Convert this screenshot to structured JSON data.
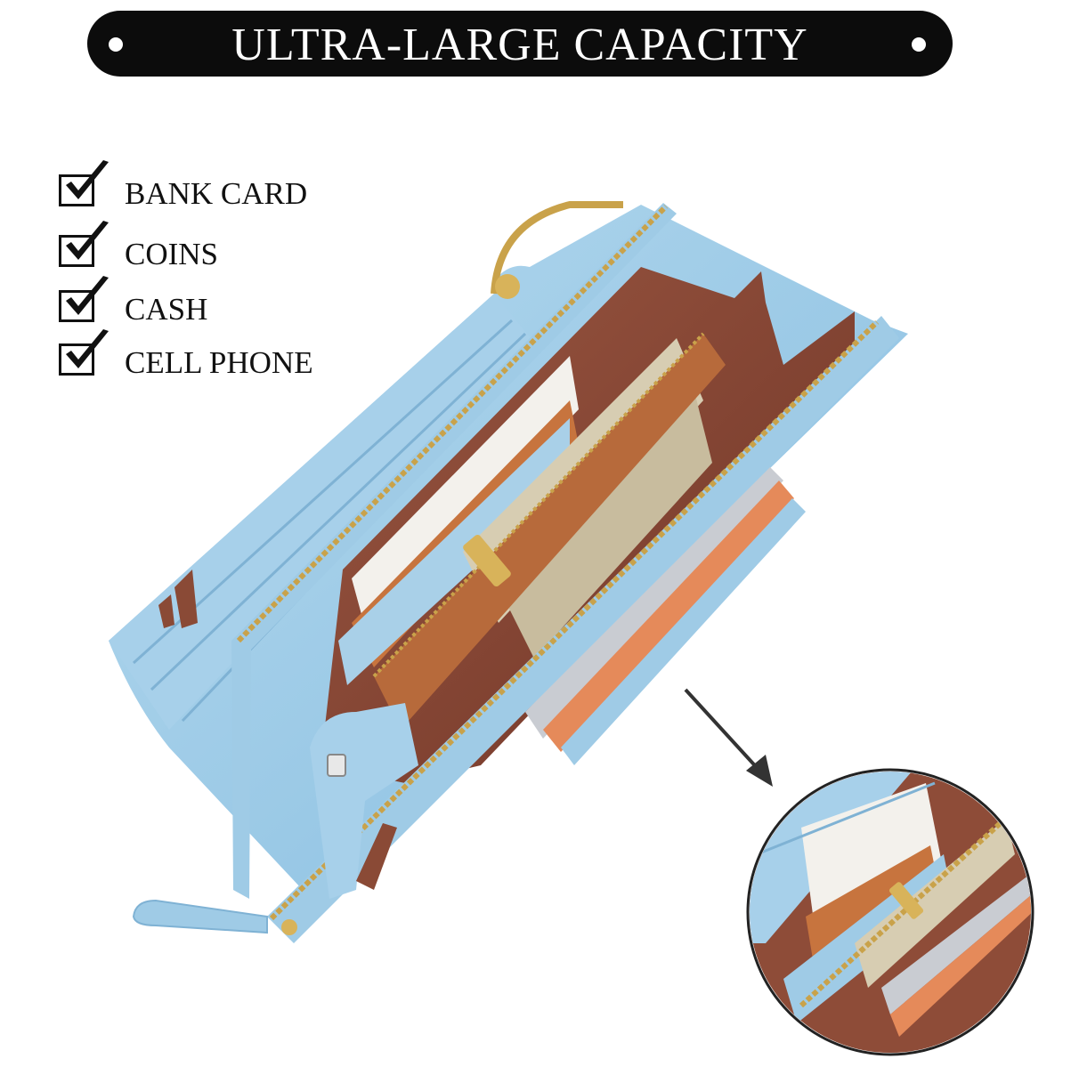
{
  "banner": {
    "title": "ULTRA-LARGE CAPACITY"
  },
  "features": [
    {
      "label": "BANK CARD",
      "icon": "checkbox-checked-icon"
    },
    {
      "label": "COINS",
      "icon": "checkbox-checked-icon"
    },
    {
      "label": "CASH",
      "icon": "checkbox-checked-icon"
    },
    {
      "label": "CELL PHONE",
      "icon": "checkbox-checked-icon"
    }
  ],
  "colors": {
    "banner_bg": "#0c0c0c",
    "wallet_blue": "#9fcbe6",
    "lining_brown": "#8a4a36",
    "zipper_gold": "#c9a24a"
  }
}
